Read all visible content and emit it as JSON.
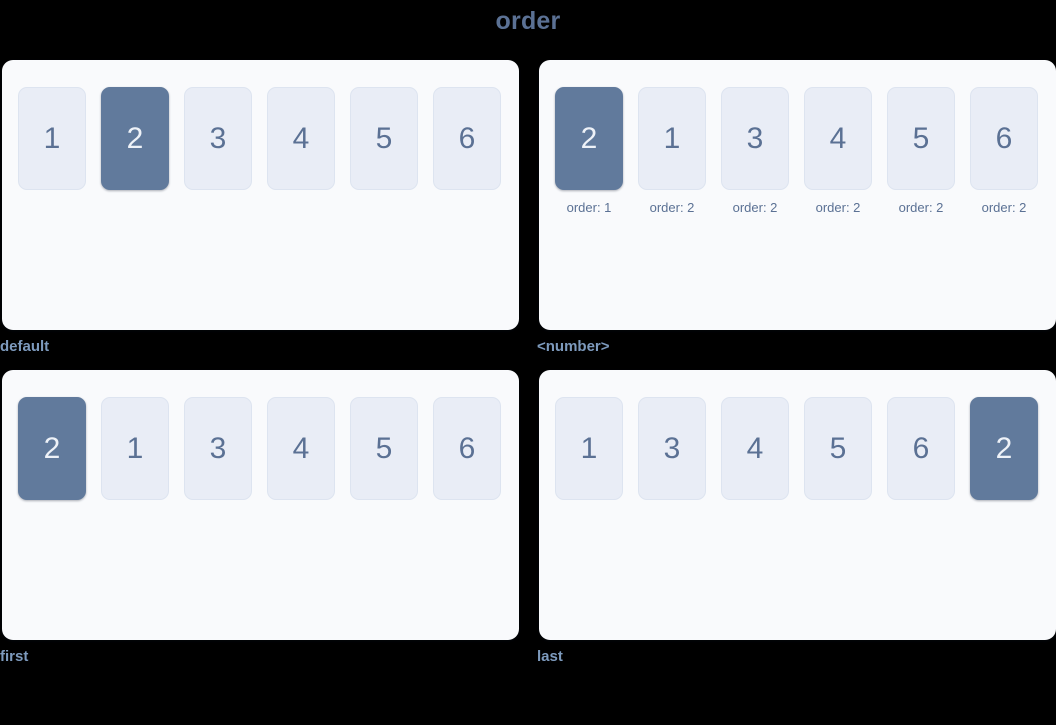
{
  "title": "order",
  "theme": {
    "background": "#000000",
    "panel_background": "#f9fafc",
    "item_background": "#e9edf6",
    "item_text": "#5b7194",
    "highlight_background": "#617a9c",
    "highlight_text": "#eef2f8",
    "title_color": "#5b7194",
    "caption_color": "#7d9abd"
  },
  "panels": [
    {
      "caption": "default",
      "items": [
        {
          "label": "1",
          "highlight": false,
          "note": ""
        },
        {
          "label": "2",
          "highlight": true,
          "note": ""
        },
        {
          "label": "3",
          "highlight": false,
          "note": ""
        },
        {
          "label": "4",
          "highlight": false,
          "note": ""
        },
        {
          "label": "5",
          "highlight": false,
          "note": ""
        },
        {
          "label": "6",
          "highlight": false,
          "note": ""
        }
      ]
    },
    {
      "caption": "<number>",
      "items": [
        {
          "label": "2",
          "highlight": true,
          "note": "order: 1"
        },
        {
          "label": "1",
          "highlight": false,
          "note": "order: 2"
        },
        {
          "label": "3",
          "highlight": false,
          "note": "order: 2"
        },
        {
          "label": "4",
          "highlight": false,
          "note": "order: 2"
        },
        {
          "label": "5",
          "highlight": false,
          "note": "order: 2"
        },
        {
          "label": "6",
          "highlight": false,
          "note": "order: 2"
        }
      ]
    },
    {
      "caption": "first",
      "items": [
        {
          "label": "2",
          "highlight": true,
          "note": ""
        },
        {
          "label": "1",
          "highlight": false,
          "note": ""
        },
        {
          "label": "3",
          "highlight": false,
          "note": ""
        },
        {
          "label": "4",
          "highlight": false,
          "note": ""
        },
        {
          "label": "5",
          "highlight": false,
          "note": ""
        },
        {
          "label": "6",
          "highlight": false,
          "note": ""
        }
      ]
    },
    {
      "caption": "last",
      "items": [
        {
          "label": "1",
          "highlight": false,
          "note": ""
        },
        {
          "label": "3",
          "highlight": false,
          "note": ""
        },
        {
          "label": "4",
          "highlight": false,
          "note": ""
        },
        {
          "label": "5",
          "highlight": false,
          "note": ""
        },
        {
          "label": "6",
          "highlight": false,
          "note": ""
        },
        {
          "label": "2",
          "highlight": true,
          "note": ""
        }
      ]
    }
  ]
}
